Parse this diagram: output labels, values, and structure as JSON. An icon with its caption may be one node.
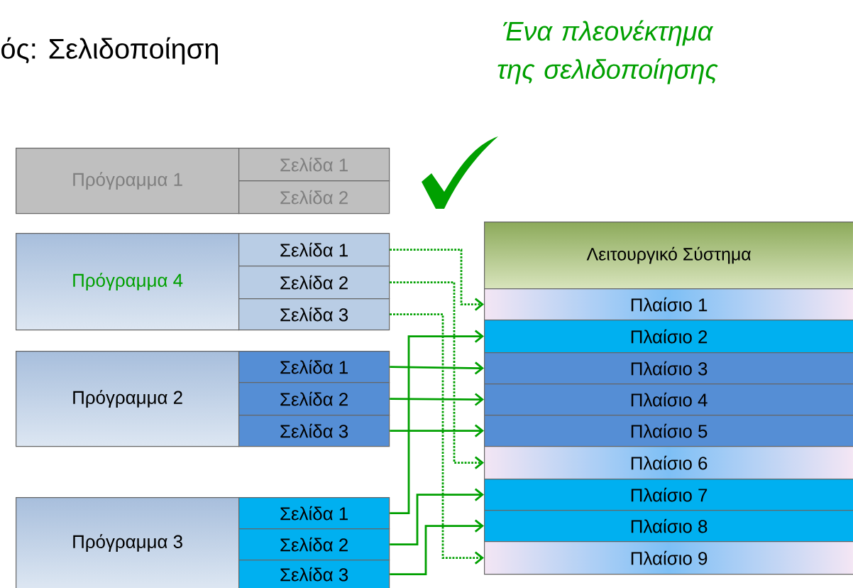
{
  "diagram": {
    "nodes": [
      {
        "text": [
          "Πρόγραμμα 1"
        ]
      },
      {
        "text": [
          "Σελίδα 1"
        ]
      },
      {
        "text": [
          "Σελίδα 2"
        ]
      },
      {
        "text": [
          "Πρόγραμμα 4"
        ]
      },
      {
        "text": [
          "Σελίδα 1"
        ]
      },
      {
        "text": [
          "Σελίδα 2"
        ]
      },
      {
        "text": [
          "Σελίδα 3"
        ]
      },
      {
        "text": [
          "Πρόγραμμα 2"
        ]
      },
      {
        "text": [
          "Σελίδα 1"
        ]
      },
      {
        "text": [
          "Σελίδα 2"
        ]
      },
      {
        "text": [
          "Σελίδα 3"
        ]
      },
      {
        "text": [
          "Πρόγραμμα 3"
        ]
      },
      {
        "text": [
          "Σελίδα 1"
        ]
      },
      {
        "text": [
          "Σελίδα 2"
        ]
      },
      {
        "text": [
          "Σελίδα 3"
        ]
      },
      {
        "text": [
          "Λειτουργικό Σύστημα"
        ]
      },
      {
        "text": [
          "Πλαίσιο 1"
        ]
      },
      {
        "text": [
          "Πλαίσιο 2"
        ]
      },
      {
        "text": [
          "Πλαίσιο 3"
        ]
      },
      {
        "text": [
          "Πλαίσιο 4"
        ]
      },
      {
        "text": [
          "Πλαίσιο 5"
        ]
      },
      {
        "text": [
          "Πλαίσιο 6"
        ]
      },
      {
        "text": [
          "Πλαίσιο 7"
        ]
      },
      {
        "text": [
          "Πλαίσιο 8"
        ]
      },
      {
        "text": [
          "Πλαίσιο 9"
        ]
      }
    ],
    "edges": [
      {
        "from": 4,
        "to": 16,
        "arrow": "to",
        "style": "dashed"
      },
      {
        "from": 5,
        "to": 21,
        "arrow": "to",
        "style": "dashed"
      },
      {
        "from": 6,
        "to": 24,
        "arrow": "to",
        "style": "dashed"
      },
      {
        "from": 8,
        "to": 18,
        "arrow": "to"
      },
      {
        "from": 9,
        "to": 19,
        "arrow": "to"
      },
      {
        "from": 10,
        "to": 20,
        "arrow": "to"
      },
      {
        "from": 12,
        "to": 17,
        "arrow": "to"
      },
      {
        "from": 13,
        "to": 22,
        "arrow": "to"
      },
      {
        "from": 14,
        "to": 23,
        "arrow": "to"
      }
    ],
    "labels": [
      "ός: Σελιδοποίηση",
      "Ένα πλεονέκτημα της σελιδοποίησης"
    ]
  }
}
